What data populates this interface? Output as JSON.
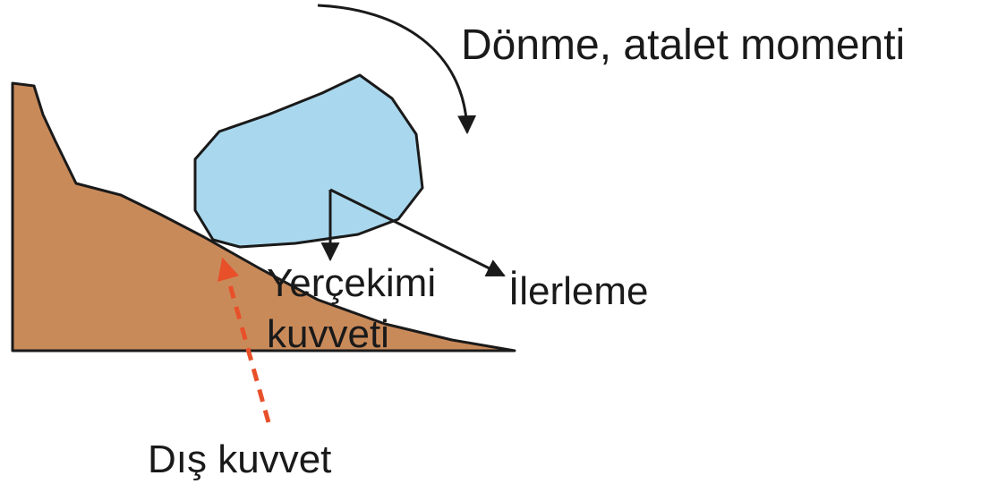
{
  "labels": {
    "rotation": "Dönme, atalet momenti",
    "gravity_line1": "Yerçekimi",
    "gravity_line2": "kuvveti",
    "translation": "İlerleme",
    "external_force": "Dış kuvvet"
  },
  "colors": {
    "slope_fill": "#c98a5a",
    "block_fill": "#a9d8ee",
    "stroke": "#1a1a1a",
    "external_force_arrow": "#e8502a"
  }
}
